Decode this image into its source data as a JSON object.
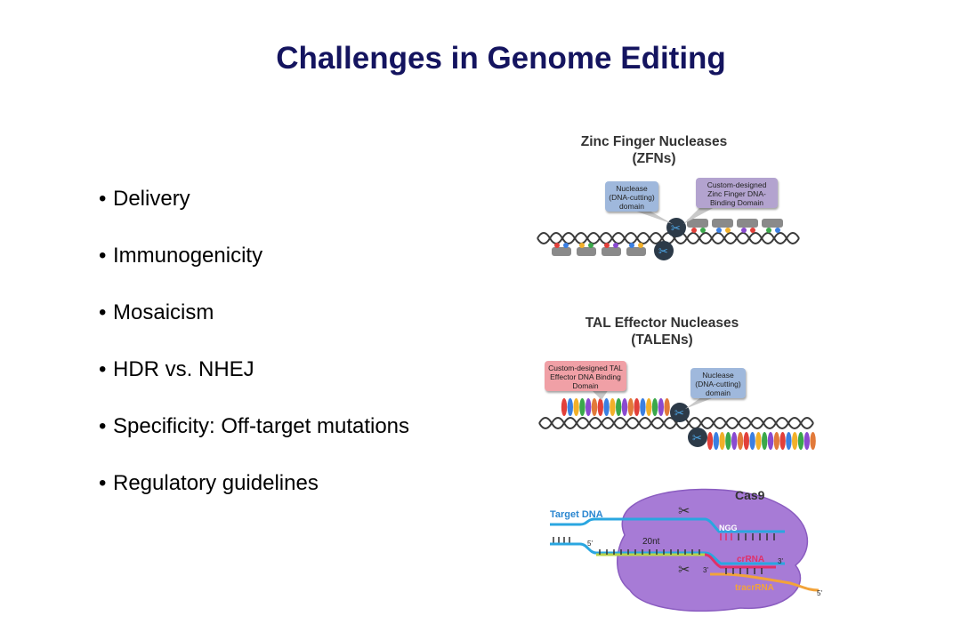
{
  "slide": {
    "title": "Challenges in Genome Editing",
    "bullet_marker": "•",
    "bullets": [
      "Delivery",
      "Immunogenicity",
      "Mosaicism",
      "HDR vs. NHEJ",
      "Specificity: Off-target mutations",
      "Regulatory guidelines"
    ]
  },
  "zfn": {
    "title_line1": "Zinc Finger Nucleases",
    "title_line2": "(ZFNs)",
    "nuclease_label": "Nuclease (DNA-cutting) domain",
    "binding_label": "Custom-designed Zinc Finger DNA-Binding Domain"
  },
  "talen": {
    "title_line1": "TAL Effector Nucleases",
    "title_line2": "(TALENs)",
    "binding_label": "Custom-designed TAL Effector DNA Binding Domain",
    "nuclease_label": "Nuclease (DNA-cutting) domain"
  },
  "cas9": {
    "protein_label": "Cas9",
    "target_label": "Target DNA",
    "pam_label": "NGG",
    "spacer_label": "20nt",
    "crrna_label": "crRNA",
    "tracrrna_label": "tracrRNA",
    "five_prime": "5'",
    "three_prime": "3'"
  },
  "colors": {
    "title": "#14145f",
    "nuclease_box": "#9fb8dc",
    "zinc_finger_box": "#b3a3cf",
    "tal_box": "#f0a0a6",
    "cas9_protein": "#a77bd6",
    "target_dna": "#2aa6e0",
    "crrna": "#e0306a",
    "tracrrna": "#f2a33a"
  }
}
